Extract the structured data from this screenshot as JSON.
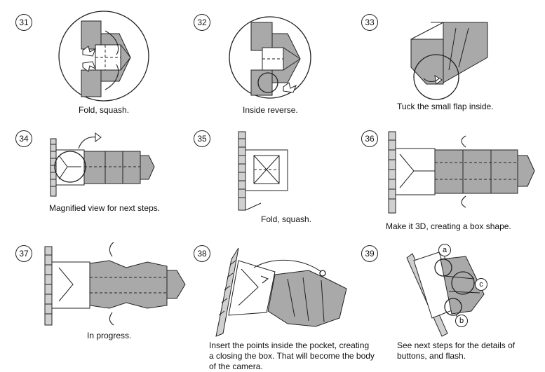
{
  "steps": [
    {
      "number": "31",
      "caption": "Fold, squash."
    },
    {
      "number": "32",
      "caption": "Inside reverse."
    },
    {
      "number": "33",
      "caption": "Tuck the small flap inside."
    },
    {
      "number": "34",
      "caption": "Magnified view for next steps."
    },
    {
      "number": "35",
      "caption": "Fold, squash."
    },
    {
      "number": "36",
      "caption": "Make it 3D, creating a box shape."
    },
    {
      "number": "37",
      "caption": "In progress."
    },
    {
      "number": "38",
      "caption": "Insert the points inside the pocket, creating a closing the box. That will become the body of the camera."
    },
    {
      "number": "39",
      "caption": "See next steps for the details of buttons, and flash."
    }
  ],
  "labels": {
    "a": "a",
    "b": "b",
    "c": "c"
  },
  "colors": {
    "paper_colored": "#a9a9a9",
    "paper_white": "#ffffff",
    "line": "#222222"
  }
}
